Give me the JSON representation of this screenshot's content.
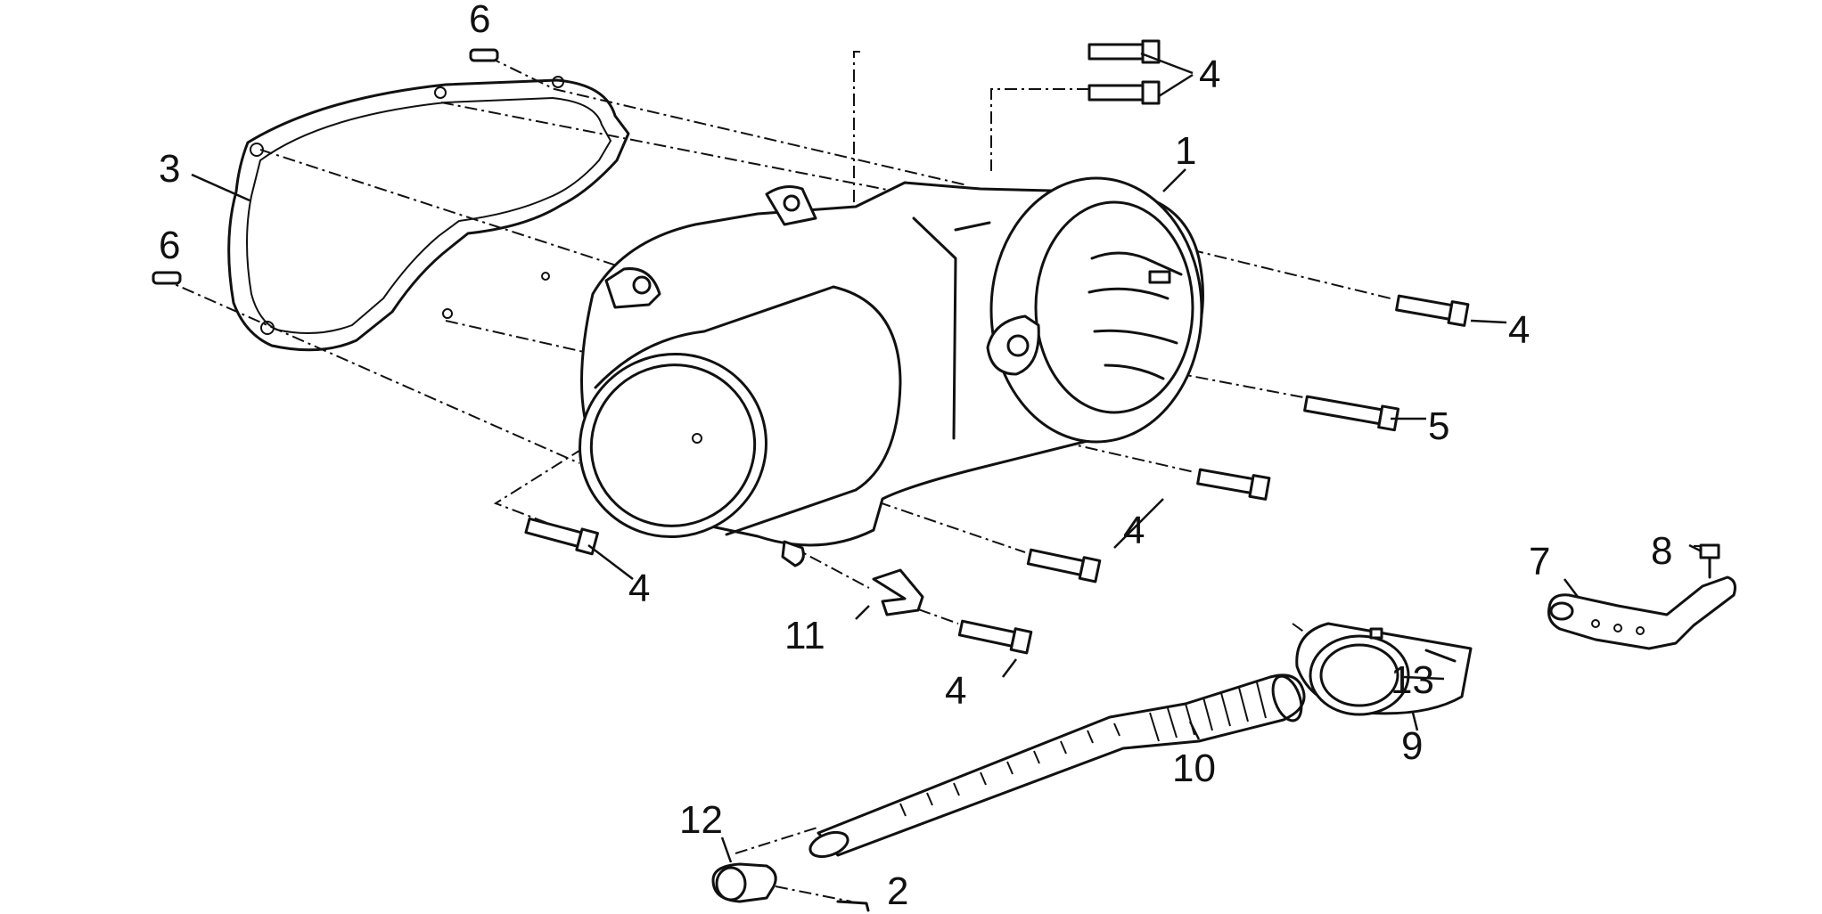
{
  "callouts": {
    "c1": "1",
    "c2": "2",
    "c3": "3",
    "c4": "4",
    "c5": "5",
    "c6": "6",
    "c7": "7",
    "c8": "8",
    "c9": "9",
    "c10": "10",
    "c11": "11",
    "c12": "12",
    "c13": "13"
  },
  "icons": {
    "crankcase_cover": "transmission-cover-icon",
    "gasket": "gasket-icon",
    "bolt": "bolt-icon",
    "dowel_pin": "dowel-pin-icon",
    "air_duct": "air-duct-hose-icon",
    "duct_clamp": "duct-clamp-icon",
    "bracket": "bracket-icon",
    "clip": "clip-icon",
    "cap": "duct-end-cap-icon"
  }
}
